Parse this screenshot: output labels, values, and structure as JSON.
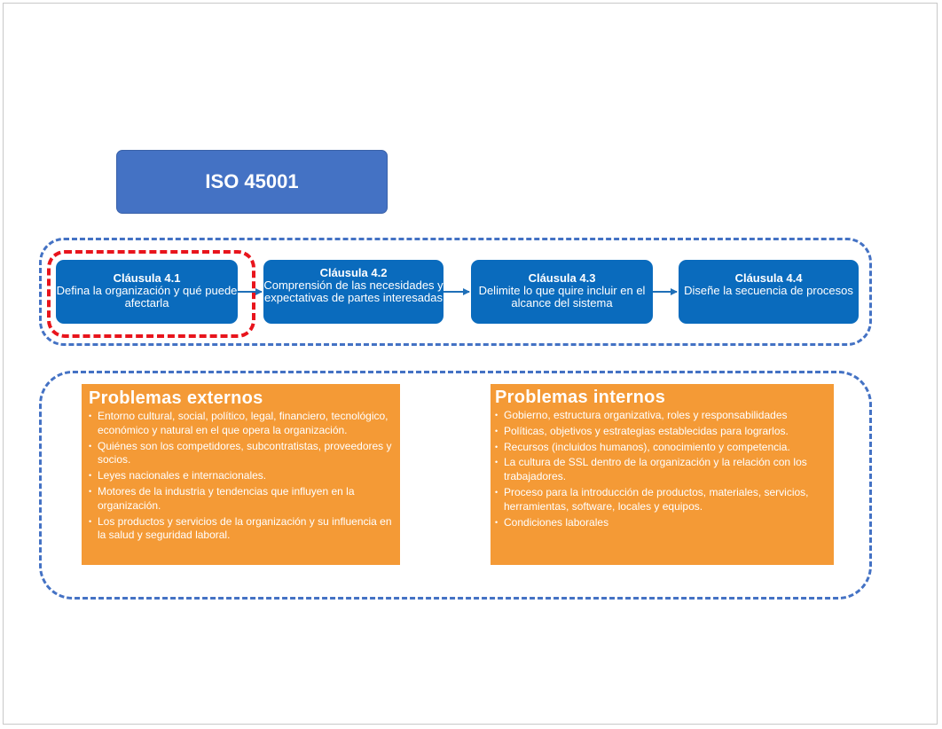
{
  "title": "ISO 45001",
  "clauses": [
    {
      "title": "Cláusula 4.1",
      "description": "Defina la organización y qué puede afectarla"
    },
    {
      "title": "Cláusula 4.2",
      "description": "Comprensión de las necesidades y expectativas de partes interesadas"
    },
    {
      "title": "Cláusula 4.3",
      "description": "Delimite lo que quire incluir en el alcance del sistema"
    },
    {
      "title": "Cláusula 4.4",
      "description": "Diseñe la secuencia de procesos"
    }
  ],
  "external_problems": {
    "title": "Problemas externos",
    "items": [
      "Entorno cultural, social, político, legal, financiero, tecnológico, económico y natural en el que opera la organización.",
      "Quiénes son los competidores, subcontratistas, proveedores y socios.",
      "Leyes nacionales e internacionales.",
      "Motores de la industria y tendencias que influyen en la organización.",
      "Los productos y servicios de la organización y su influencia en la salud y seguridad laboral."
    ]
  },
  "internal_problems": {
    "title": "Problemas internos",
    "items": [
      "Gobierno, estructura organizativa, roles y responsabilidades",
      "Políticas, objetivos y estrategias establecidas para lograrlos.",
      "Recursos (incluidos humanos), conocimiento y competencia.",
      "La cultura de SSL dentro de la organización y la relación con los trabajadores.",
      "Proceso para la introducción de productos, materiales, servicios, herramientas, software, locales y equipos.",
      "Condiciones laborales"
    ]
  },
  "colors": {
    "title_box": "#4472c4",
    "clause_box": "#0a6bbd",
    "panel": "#f49a36",
    "group_border": "#4472c4",
    "highlight_border": "#e8141c"
  }
}
